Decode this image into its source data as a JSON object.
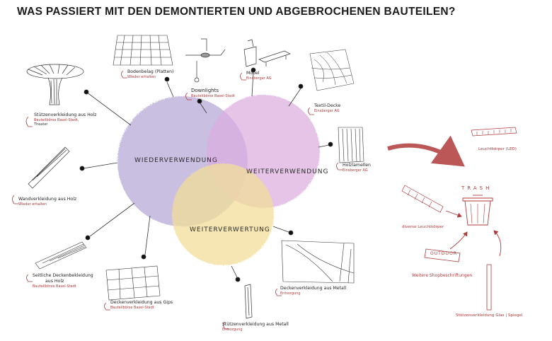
{
  "title": "WAS PASSIERT MIT DEN DEMONTIERTEN UND ABGEBROCHENEN BAUTEILEN?",
  "circles": {
    "wiederverwendung": "WIEDERVERWENDUNG",
    "weiterverwendung": "WEITERVERWENDUNG",
    "weiterverwertung": "WEITERVERWERTUNG"
  },
  "items": [
    {
      "id": "stuetzen-holz",
      "name": "Stützenverkleidung aus Holz",
      "sub": "Bauteilbörse Basel-Stadt,",
      "sub2": "Theater"
    },
    {
      "id": "bodenbelag",
      "name": "Bodenbelag (Platten)",
      "sub": "Wieder erhalten",
      "sub2": ""
    },
    {
      "id": "downlights",
      "name": "Downlights",
      "sub": "Bauteilbörse Basel-Stadt",
      "sub2": ""
    },
    {
      "id": "moebel",
      "name": "Möbel",
      "sub": "Einsberger AG",
      "sub2": ""
    },
    {
      "id": "textildecke",
      "name": "Textil-Decke",
      "sub": "Einsberger AG",
      "sub2": ""
    },
    {
      "id": "holzlamellen",
      "name": "Holzlamellen",
      "sub": "Einsberger AG",
      "sub2": ""
    },
    {
      "id": "wand-holz",
      "name": "Wandverkleidung aus Holz",
      "sub": "Wieder erhalten",
      "sub2": ""
    },
    {
      "id": "seitliche-decken",
      "name": "Seitliche Deckenbekleidung",
      "sub": "aus Holz",
      "sub2": "Bauteilbörse Basel-Stadt"
    },
    {
      "id": "decken-gips",
      "name": "Deckenverkleidung aus Gips",
      "sub": "Bauteilbörse Basel-Stadt",
      "sub2": ""
    },
    {
      "id": "stuetzen-metall",
      "name": "Stützenverkleidung aus Metall",
      "sub": "Entsorgung",
      "sub2": ""
    },
    {
      "id": "decken-metall",
      "name": "Deckenverkleidung aus Metall",
      "sub": "Entsorgung",
      "sub2": ""
    }
  ],
  "trash": {
    "label": "TRASH",
    "leuchtkoerper": "Leuchtkörper (LED)",
    "diverse": "diverse Leuchtkörper",
    "shop": "Weitere Shopbeschriftungen",
    "spiegel": "Stützenverkleidung Glas | Spiegel",
    "sign_text": "OUTDOOR"
  },
  "colors": {
    "purple": "#b5a7d6",
    "pink": "#dcaee0",
    "yellow": "#f3de9a",
    "accent": "#b03a3a"
  }
}
